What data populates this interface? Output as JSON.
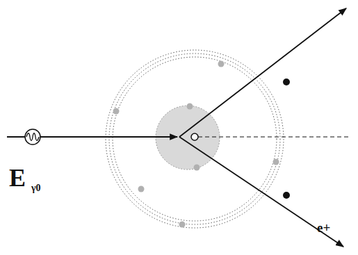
{
  "diagram": {
    "labels": [
      "E",
      "γ0",
      "e+"
    ]
  }
}
